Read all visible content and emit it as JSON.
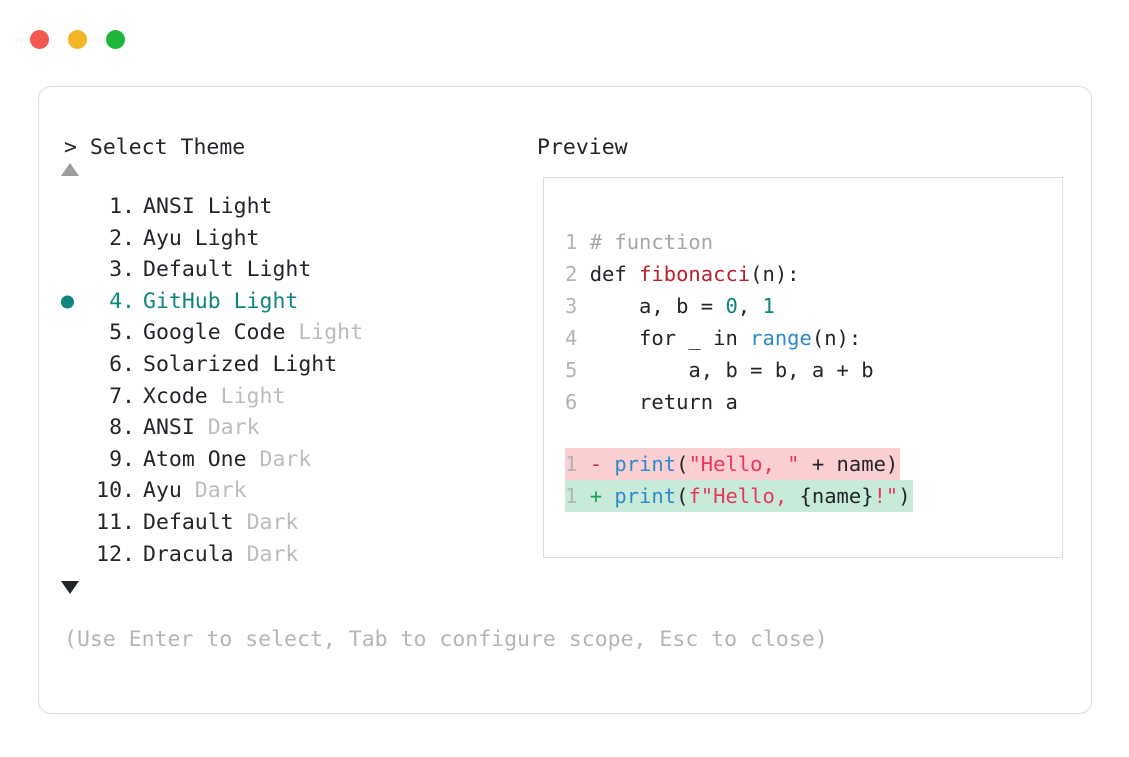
{
  "window": {
    "traffic_lights": [
      {
        "name": "close",
        "color": "#f2584f"
      },
      {
        "name": "minimize",
        "color": "#f4b627"
      },
      {
        "name": "zoom",
        "color": "#1fb63a"
      }
    ]
  },
  "prompt": {
    "marker": ">",
    "title": "Select Theme",
    "preview_title": "Preview"
  },
  "scroll": {
    "up_arrow": "▲",
    "down_arrow": "▼"
  },
  "themes": {
    "selected_index": 4,
    "items": [
      {
        "num": "1.",
        "name": "ANSI",
        "suffix": "Light",
        "suffix_dim": false
      },
      {
        "num": "2.",
        "name": "Ayu",
        "suffix": "Light",
        "suffix_dim": false
      },
      {
        "num": "3.",
        "name": "Default",
        "suffix": "Light",
        "suffix_dim": false
      },
      {
        "num": "4.",
        "name": "GitHub",
        "suffix": "Light",
        "suffix_dim": false
      },
      {
        "num": "5.",
        "name": "Google Code",
        "suffix": "Light",
        "suffix_dim": true
      },
      {
        "num": "6.",
        "name": "Solarized",
        "suffix": "Light",
        "suffix_dim": false
      },
      {
        "num": "7.",
        "name": "Xcode",
        "suffix": "Light",
        "suffix_dim": true
      },
      {
        "num": "8.",
        "name": "ANSI",
        "suffix": "Dark",
        "suffix_dim": true
      },
      {
        "num": "9.",
        "name": "Atom One",
        "suffix": "Dark",
        "suffix_dim": true
      },
      {
        "num": "10.",
        "name": "Ayu",
        "suffix": "Dark",
        "suffix_dim": true
      },
      {
        "num": "11.",
        "name": "Default",
        "suffix": "Dark",
        "suffix_dim": true
      },
      {
        "num": "12.",
        "name": "Dracula",
        "suffix": "Dark",
        "suffix_dim": true
      }
    ]
  },
  "preview": {
    "lines": [
      {
        "ln": "1",
        "tokens": [
          {
            "t": "# function",
            "c": "comment"
          }
        ]
      },
      {
        "ln": "2",
        "tokens": [
          {
            "t": "def ",
            "c": "keyword"
          },
          {
            "t": "fibonacci",
            "c": "func"
          },
          {
            "t": "(n):",
            "c": "plain"
          }
        ]
      },
      {
        "ln": "3",
        "tokens": [
          {
            "t": "    a, b = ",
            "c": "plain"
          },
          {
            "t": "0",
            "c": "number"
          },
          {
            "t": ", ",
            "c": "plain"
          },
          {
            "t": "1",
            "c": "number"
          }
        ]
      },
      {
        "ln": "4",
        "tokens": [
          {
            "t": "    for _ in ",
            "c": "plain"
          },
          {
            "t": "range",
            "c": "builtin"
          },
          {
            "t": "(n):",
            "c": "plain"
          }
        ]
      },
      {
        "ln": "5",
        "tokens": [
          {
            "t": "        a, b = b, a + b",
            "c": "plain"
          }
        ]
      },
      {
        "ln": "6",
        "tokens": [
          {
            "t": "    return a",
            "c": "plain"
          }
        ]
      }
    ],
    "diff": [
      {
        "ln": "1",
        "kind": "del",
        "sign": "-",
        "tokens": [
          {
            "t": "print",
            "c": "call"
          },
          {
            "t": "(",
            "c": "plain"
          },
          {
            "t": "\"Hello, \"",
            "c": "string"
          },
          {
            "t": " + name)",
            "c": "plain"
          }
        ]
      },
      {
        "ln": "1",
        "kind": "add",
        "sign": "+",
        "tokens": [
          {
            "t": "print",
            "c": "call"
          },
          {
            "t": "(",
            "c": "plain"
          },
          {
            "t": "f\"Hello, ",
            "c": "string"
          },
          {
            "t": "{name}",
            "c": "plain"
          },
          {
            "t": "!\"",
            "c": "string"
          },
          {
            "t": ")",
            "c": "plain"
          }
        ]
      }
    ]
  },
  "footer": {
    "hint": "(Use Enter to select, Tab to configure scope, Esc to close)"
  },
  "colors": {
    "accent_teal": "#0f8580",
    "diff_del_bg": "#fbced2",
    "diff_add_bg": "#c8ebd9",
    "dim_text": "#bcbcbc",
    "body_text": "#22262b",
    "border": "#dddddd"
  }
}
